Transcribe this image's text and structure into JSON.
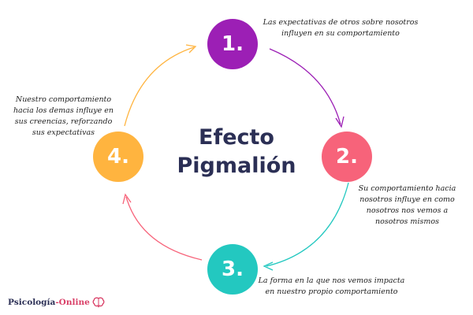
{
  "title_line1": "Efecto",
  "title_line2": "Pigmalión",
  "steps": [
    {
      "number": "1.",
      "color": "#9c1fb5",
      "text_lines": [
        "Las expectativas de otros sobre nosotros",
        "influyen en su comportamiento"
      ]
    },
    {
      "number": "2.",
      "color": "#f7637a",
      "text_lines": [
        "Su comportamiento hacia",
        "nosotros influye en como",
        "nosotros nos vemos a",
        "nosotros mismos"
      ]
    },
    {
      "number": "3.",
      "color": "#23c8c0",
      "text_lines": [
        "La forma en la que nos vemos impacta",
        "en nuestro propio comportamiento"
      ]
    },
    {
      "number": "4.",
      "color": "#ffb43f",
      "text_lines": [
        "Nuestro comportamiento",
        "hacia los demas influye en",
        "sus creencias, reforzando",
        "sus expectativas"
      ]
    }
  ],
  "arrow_colors": [
    "#9c1fb5",
    "#23c8c0",
    "#f7637a",
    "#ffb43f"
  ],
  "brand": {
    "part1": "Psicología",
    "part2": "-Online",
    "icon": "brain-icon"
  }
}
